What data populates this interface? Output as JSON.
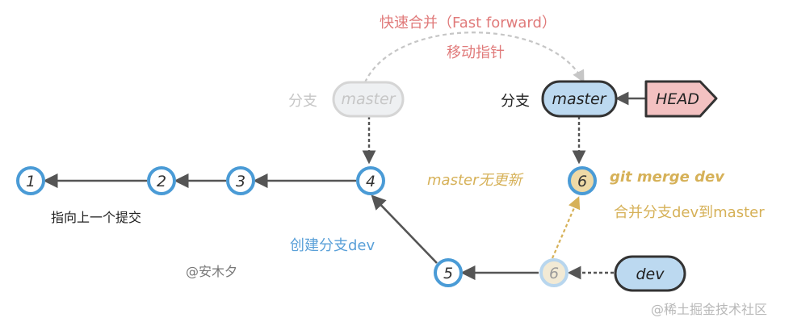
{
  "colors": {
    "commit_stroke": "#4a9bd6",
    "node_text": "#333333",
    "arrow": "#555555",
    "red_text": "#e07a7a",
    "blue_text": "#5aa0d8",
    "gold": "#d6b158",
    "gray": "#c6c6c6",
    "branch_fill": "#bcd9f0",
    "head_fill": "#f3c1c1",
    "merged_fill": "#eed9a6",
    "light_fill": "#f2ead5"
  },
  "annotations": {
    "fast_forward": "快速合并（Fast forward）",
    "move_pointer": "移动指针",
    "branch_label_old": "分支",
    "branch_label_new": "分支",
    "master_not_updated": "master无更新",
    "git_merge_dev": "git merge dev",
    "merge_branch_desc": "合并分支dev到master",
    "create_branch_dev": "创建分支dev",
    "points_to_prev": "指向上一个提交",
    "author": "@安木夕",
    "watermark": "@稀土掘金技术社区"
  },
  "nodes": {
    "c1": "1",
    "c2": "2",
    "c3": "3",
    "c4": "4",
    "c5": "5",
    "c6_merged": "6",
    "c6_dev": "6"
  },
  "branches": {
    "master_old": "master",
    "master_new": "master",
    "head": "HEAD",
    "dev": "dev"
  }
}
